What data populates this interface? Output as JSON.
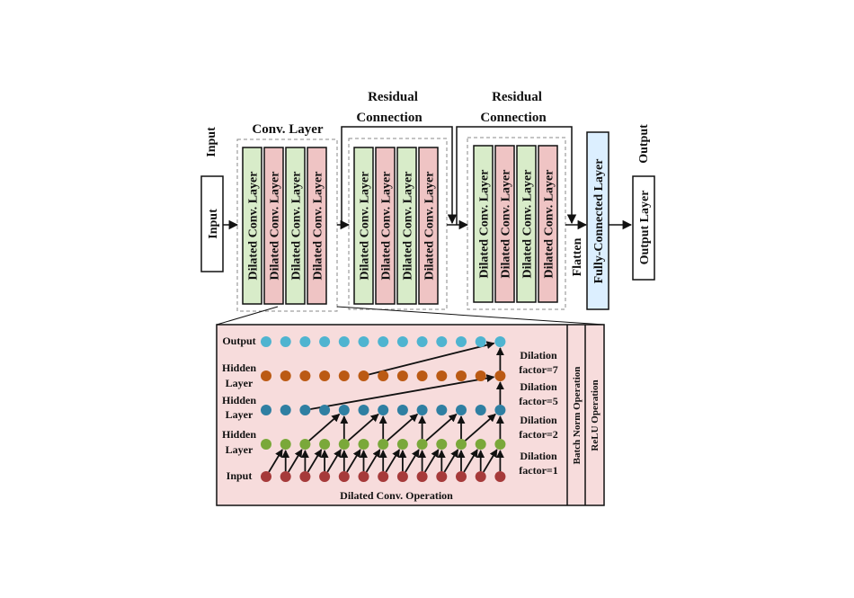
{
  "labels": {
    "input_side": "Input",
    "input_box": "Input",
    "conv_layer_title": "Conv. Layer",
    "residual_1": [
      "Residual",
      "Connection"
    ],
    "residual_2": [
      "Residual",
      "Connection"
    ],
    "flatten": "Flatten",
    "fully_connected": "Fully-Connected Layer",
    "output_side": "Output",
    "output_box": "Output Layer",
    "dilated_conv_layer": "Dilated Conv. Layer",
    "batch_norm": "Batch Norm Operation",
    "relu": "ReLU Operation",
    "dilated_conv_operation": "Dilated Conv. Operation"
  },
  "detail": {
    "rows": [
      {
        "label": [
          "Output"
        ],
        "color": "#4fb4d0",
        "dilation": null
      },
      {
        "label": [
          "Hidden",
          "Layer"
        ],
        "color": "#bb5a14",
        "dilation": [
          "Dilation",
          "factor=7"
        ]
      },
      {
        "label": [
          "Hidden",
          "Layer"
        ],
        "color": "#2f7fa2",
        "dilation": [
          "Dilation",
          "factor=5"
        ]
      },
      {
        "label": [
          "Hidden",
          "Layer"
        ],
        "color": "#7aa83a",
        "dilation": [
          "Dilation",
          "factor=2"
        ]
      },
      {
        "label": [
          "Input"
        ],
        "color": "#a63a3a",
        "dilation": [
          "Dilation",
          "factor=1"
        ]
      }
    ],
    "nodes_per_row": 13
  },
  "colors": {
    "green_fill": "#d8ecc9",
    "pink_fill": "#efc4c4",
    "fc_fill": "#dcefff",
    "detail_fill": "#f7dcdc"
  }
}
